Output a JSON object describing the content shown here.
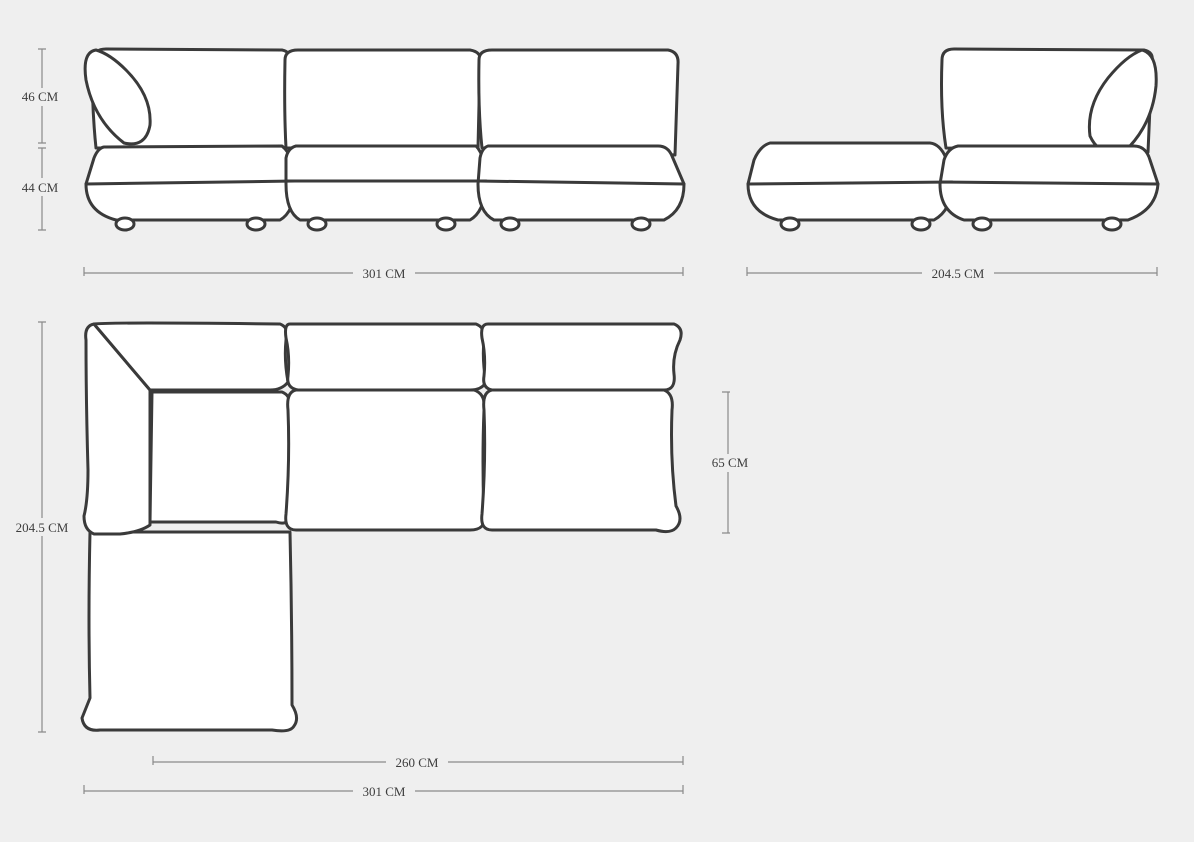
{
  "colors": {
    "background": "#efefef",
    "outline": "#3a3a3a",
    "dimension_line": "#8a8a8a",
    "text": "#3d3d3d"
  },
  "front_view": {
    "back_height": "46 CM",
    "seat_height": "44 CM",
    "total_width": "301 CM"
  },
  "side_view": {
    "total_width": "204.5 CM"
  },
  "top_view": {
    "depth_left": "204.5 CM",
    "seat_depth": "65 CM",
    "inner_width": "260 CM",
    "total_width": "301 CM"
  }
}
